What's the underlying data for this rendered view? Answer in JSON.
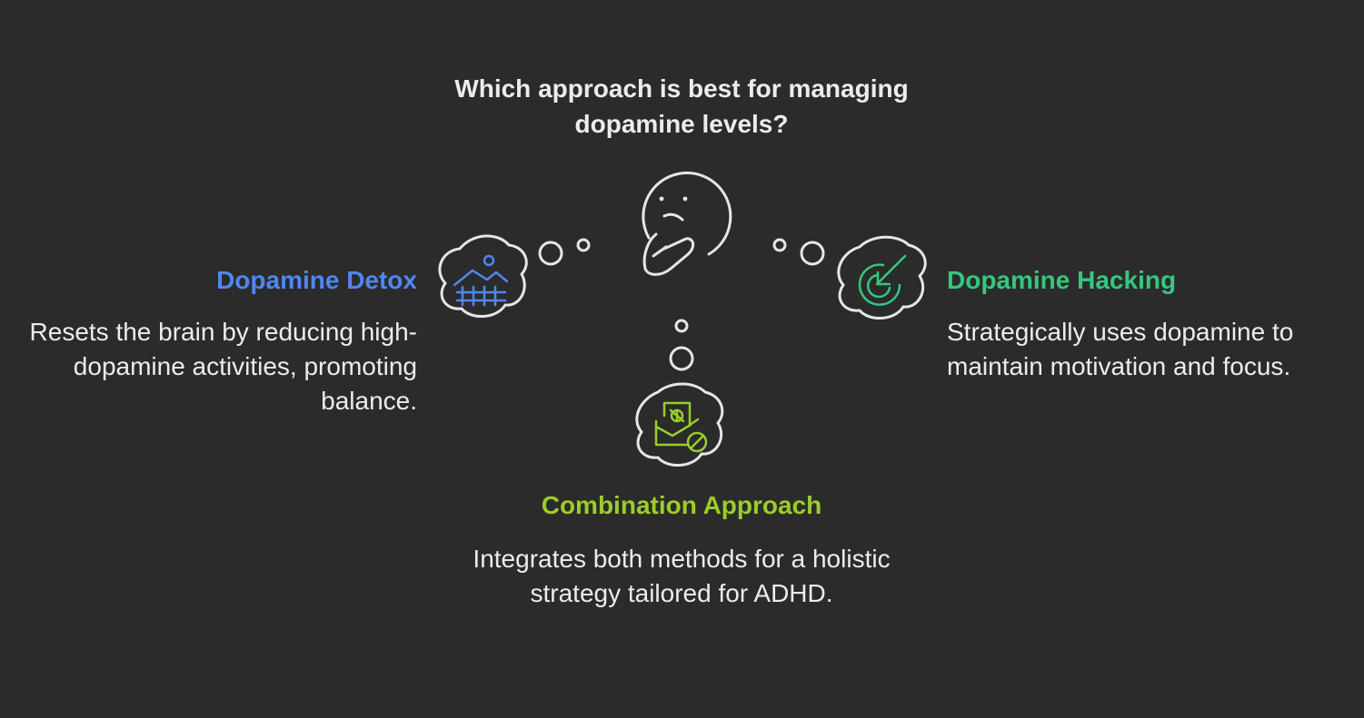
{
  "question": "Which approach is best for managing dopamine levels?",
  "colors": {
    "background": "#2b2b2b",
    "outline": "#e6e6e6",
    "text": "#ececec",
    "detox": "#4f87f0",
    "hacking": "#35c77e",
    "combination": "#9ccc2a"
  },
  "options": {
    "detox": {
      "title": "Dopamine Detox",
      "description": "Resets the brain by reducing high-dopamine activities, promoting balance.",
      "icon": "landscape-fence-icon"
    },
    "hacking": {
      "title": "Dopamine Hacking",
      "description": "Strategically uses dopamine to maintain motivation and focus.",
      "icon": "target-arrow-icon"
    },
    "combination": {
      "title": "Combination Approach",
      "description": "Integrates both methods for a holistic strategy tailored for ADHD.",
      "icon": "email-bug-block-icon"
    }
  },
  "center_icon": "thinking-face-icon"
}
